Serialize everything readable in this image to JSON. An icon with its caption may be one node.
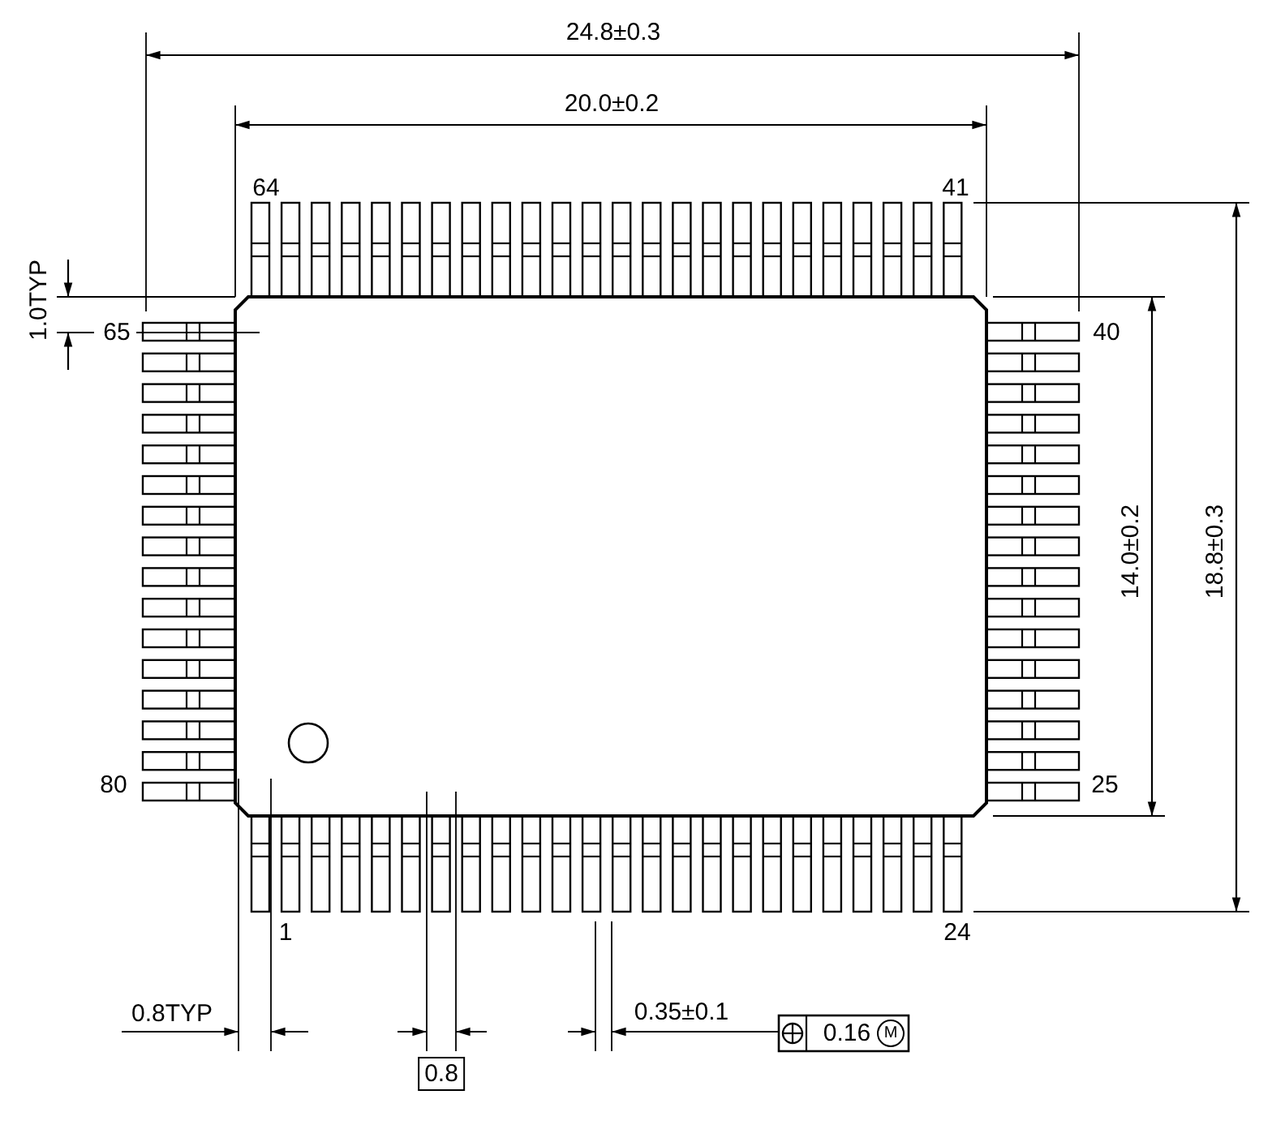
{
  "diagram": {
    "labels": [
      "24.8±0.3",
      "20.0±0.2",
      "64",
      "41",
      "1.0TYP",
      "65",
      "40",
      "14.0±0.2",
      "18.8±0.3",
      "80",
      "25",
      "1",
      "24",
      "0.8TYP",
      "0.35±0.1",
      "0.16",
      "M",
      "0.8"
    ]
  }
}
